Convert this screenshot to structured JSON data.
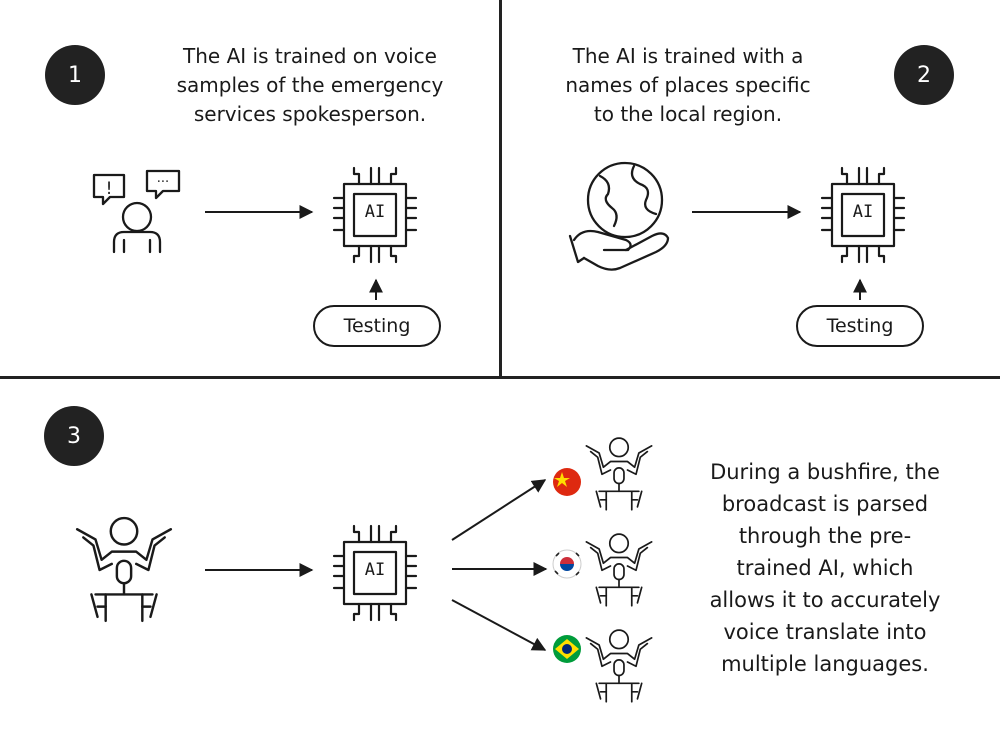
{
  "panel1": {
    "number": "1",
    "caption": "The AI is trained on voice\nsamples of the emergency\nservices spokesperson.",
    "chip_label": "AI",
    "testing_label": "Testing"
  },
  "panel2": {
    "number": "2",
    "caption": "The AI is trained with a\nnames of places specific\nto the local region.",
    "chip_label": "AI",
    "testing_label": "Testing"
  },
  "panel3": {
    "number": "3",
    "chip_label": "AI",
    "caption": "During a bushfire, the\nbroadcast is parsed\nthrough the pre-\ntrained AI, which\nallows it to accurately\nvoice translate into\nmultiple languages.",
    "flags": [
      "china-flag",
      "south-korea-flag",
      "brazil-flag"
    ]
  },
  "colors": {
    "ink": "#1a1a1a",
    "badge": "#222222",
    "china_red": "#de2910",
    "china_yellow": "#ffde00",
    "korea_red": "#cd2e3a",
    "korea_blue": "#0047a0",
    "brazil_green": "#009c3b",
    "brazil_yellow": "#ffdf00",
    "brazil_blue": "#002776"
  }
}
